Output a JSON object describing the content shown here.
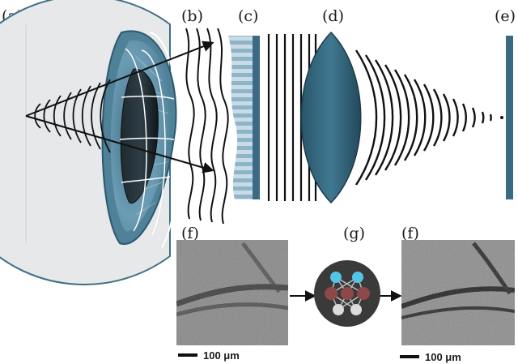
{
  "labels": {
    "a": "(a)",
    "b": "(b)",
    "c": "(c)",
    "d": "(d)",
    "e": "(e)",
    "f_left": "(f)",
    "g": "(g)",
    "f_right": "(f)"
  },
  "scale_bars": {
    "left": "100 μm",
    "right": "100 μm"
  },
  "colors": {
    "eye_blue": "#5f8fa6",
    "lens_teal": "#2d6077",
    "wave_black": "#111111",
    "node_cyan": "#53c6e6",
    "node_red": "#8d4848",
    "node_white": "#dcdcdc",
    "network_bg": "#3a3a3a"
  }
}
